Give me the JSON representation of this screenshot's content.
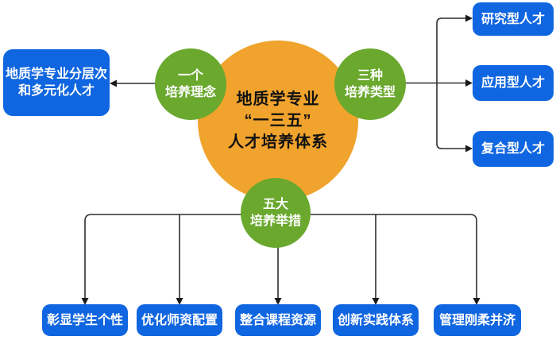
{
  "colors": {
    "orange": "#F0A32D",
    "green": "#6AA82E",
    "blue": "#1066E0",
    "line": "#2E2E2E",
    "center_text": "#111111",
    "node_text": "#FFFFFF"
  },
  "center_circle": {
    "line1": "地质学专业",
    "line2": "“一三五”",
    "line3": "人才培养体系"
  },
  "branch_circles": {
    "concept": {
      "line1": "一个",
      "line2": "培养理念"
    },
    "types": {
      "line1": "三种",
      "line2": "培养类型"
    },
    "measures": {
      "line1": "五大",
      "line2": "培养举措"
    }
  },
  "nodes": {
    "concept_item": {
      "line1": "地质学专业分层次",
      "line2": "和多元化人才"
    },
    "type_items": [
      "研究型人才",
      "应用型人才",
      "复合型人才"
    ],
    "measure_items": [
      "彰显学生个性",
      "优化师资配置",
      "整合课程资源",
      "创新实践体系",
      "管理刚柔并济"
    ]
  }
}
